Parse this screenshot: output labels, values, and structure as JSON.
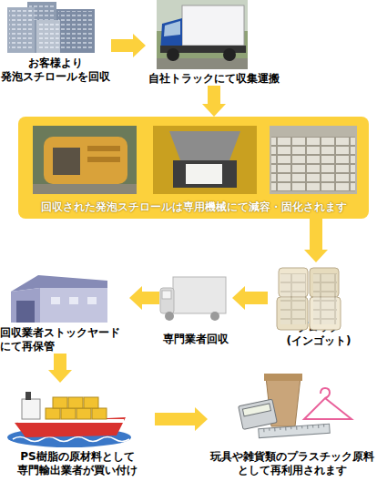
{
  "diagram": {
    "nodes": [
      {
        "text": [
          "お客様より 発泡スチロールを回収"
        ]
      },
      {
        "text": [
          "自社トラックにて収集運搬"
        ]
      },
      {
        "text": [
          "回収された発泡スチロールは専用機械にて減容・固化されます"
        ]
      },
      {
        "text": [
          "ブロック(インゴット)"
        ]
      },
      {
        "text": [
          "専門業者回収"
        ]
      },
      {
        "text": [
          "回収業者ストックヤード にて再保管"
        ]
      },
      {
        "text": [
          "PS樹脂の原材料として 専門輸出業者が買い付け"
        ]
      },
      {
        "text": [
          "玩具や雑貨類のプラスチック原料 として再利用されます"
        ]
      }
    ],
    "edges": [
      {
        "from": 0,
        "to": 1,
        "arrow": "to"
      },
      {
        "from": 1,
        "to": 2,
        "arrow": "to"
      },
      {
        "from": 2,
        "to": 3,
        "arrow": "to"
      },
      {
        "from": 3,
        "to": 4,
        "arrow": "to"
      },
      {
        "from": 4,
        "to": 5,
        "arrow": "to"
      },
      {
        "from": 5,
        "to": 6,
        "arrow": "to"
      },
      {
        "from": 6,
        "to": 7,
        "arrow": "to"
      }
    ]
  }
}
